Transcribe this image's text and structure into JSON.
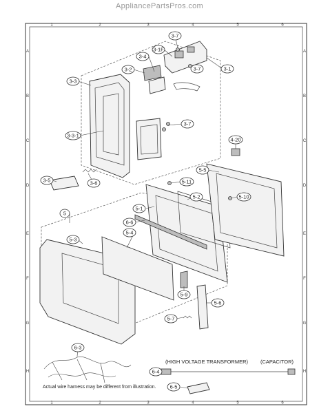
{
  "site": {
    "title": "AppliancePartsPros.com"
  },
  "grid": {
    "columns": [
      "1",
      "2",
      "3",
      "4",
      "5",
      "6"
    ],
    "rows": [
      "A",
      "B",
      "C",
      "D",
      "E",
      "F",
      "G",
      "H"
    ]
  },
  "labels": {
    "3-7a": "3-7",
    "3-1F": "3-1F",
    "3-4": "3-4",
    "3-2": "3-2",
    "3-7b": "3-7",
    "3-1": "3-1",
    "3-3": "3-3",
    "3-3-1": "3-3-1",
    "3-7c": "3-7",
    "3-5": "3-5",
    "3-6": "3-6",
    "4-20": "4-20",
    "5-5": "5-5",
    "5-11": "5-11",
    "5-2": "5-2",
    "5-10": "5-10",
    "5": "5",
    "5-1": "5-1",
    "6-6": "6-6",
    "5-3": "5-3",
    "5-4": "5-4",
    "5-9": "5-9",
    "5-6": "5-6",
    "5-7": "5-7",
    "6-3": "6-3",
    "6-4": "6-4",
    "6-5": "6-5"
  },
  "notes": {
    "hv_transformer": "(HIGH VOLTAGE TRANSFORMER)",
    "capacitor": "(CAPACITOR)",
    "harness": "Actual wire harness may be different from illustration."
  }
}
